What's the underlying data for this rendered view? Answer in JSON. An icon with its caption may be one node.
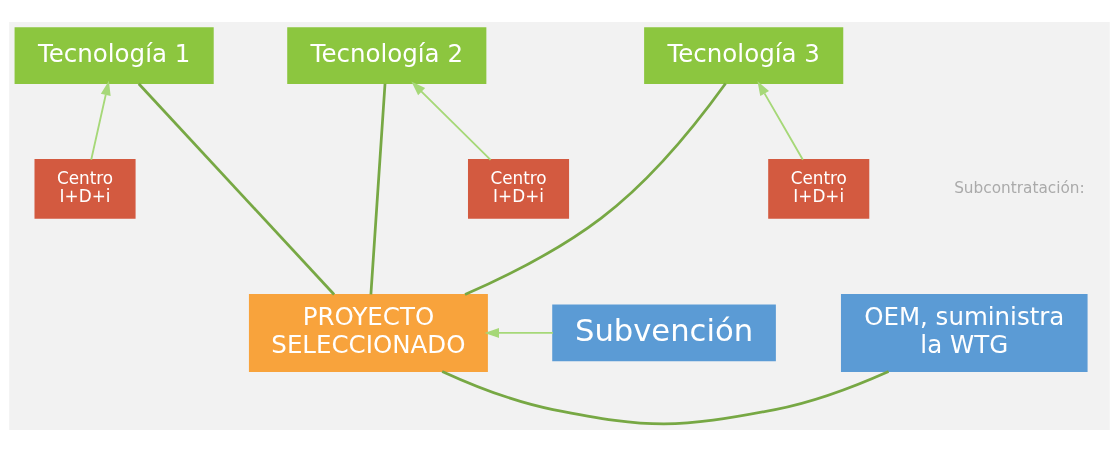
{
  "diagram": {
    "nodes": [
      {
        "text": [
          "Tecnología 1"
        ]
      },
      {
        "text": [
          "Tecnología 2"
        ]
      },
      {
        "text": [
          "Tecnología 3"
        ]
      },
      {
        "text": [
          "Centro I+D+i"
        ]
      },
      {
        "text": [
          "Centro I+D+i"
        ]
      },
      {
        "text": [
          "Centro I+D+i"
        ]
      },
      {
        "text": [
          "Subvención"
        ]
      },
      {
        "text": [
          "PROYECTO SELECCIONADO"
        ]
      },
      {
        "text": [
          "OEM, suministra la WTG"
        ]
      }
    ],
    "edges": [
      {
        "from": 3,
        "to": 0,
        "arrow": "to",
        "color": "#a6d878"
      },
      {
        "from": 4,
        "to": 1,
        "arrow": "to",
        "color": "#a6d878"
      },
      {
        "from": 5,
        "to": 2,
        "arrow": "to",
        "color": "#a6d878"
      },
      {
        "from": 7,
        "to": 0,
        "arrow": "none"
      },
      {
        "from": 7,
        "to": 1,
        "arrow": "none"
      },
      {
        "from": 7,
        "to": 2,
        "arrow": "none"
      },
      {
        "from": 6,
        "to": 7,
        "arrow": "to",
        "color": "#a6d878"
      },
      {
        "from": 8,
        "to": 7,
        "arrow": "none"
      }
    ],
    "labels": [
      "Subcontratación:"
    ]
  }
}
